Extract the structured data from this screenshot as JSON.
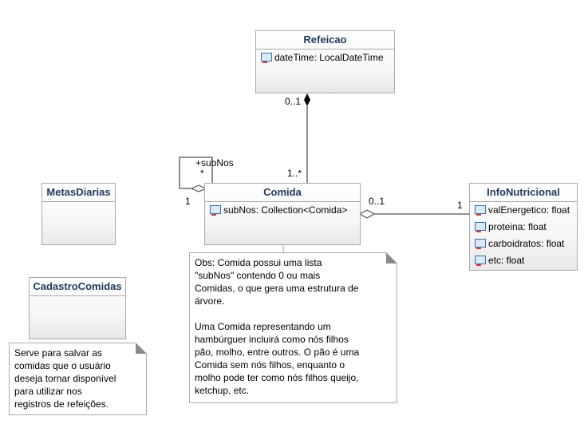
{
  "classes": {
    "refeicao": {
      "name": "Refeicao",
      "attrs": [
        "dateTime: LocalDateTime"
      ]
    },
    "comida": {
      "name": "Comida",
      "attrs": [
        "subNos: Collection<Comida>"
      ]
    },
    "info": {
      "name": "InfoNutricional",
      "attrs": [
        "valEnergetico: float",
        "proteina: float",
        "carboidratos: float",
        "etc: float"
      ]
    },
    "metas": {
      "name": "MetasDiarias"
    },
    "cadastro": {
      "name": "CadastroComidas"
    }
  },
  "labels": {
    "ref_mult": "0..1",
    "comida_mult": "1..*",
    "self_role": "+subNos",
    "self_star": "*",
    "self_one": "1",
    "info_left": "0..1",
    "info_right": "1"
  },
  "notes": {
    "comida_note": "Obs: Comida possui uma lista\n\"subNos\" contendo 0 ou mais\nComidas, o que gera uma estrutura de\nárvore.\n\nUma Comida representando um\nhambúrguer incluirá como nós filhos\npão, molho, entre outros. O pão é uma\nComida sem nós filhos, enquanto o\nmolho pode ter como nós filhos queijo,\nketchup, etc.",
    "cadastro_note": "Serve para salvar as\ncomidas que o usuário\ndeseja tornar disponível\npara utilizar nos\nregistros de refeições."
  }
}
